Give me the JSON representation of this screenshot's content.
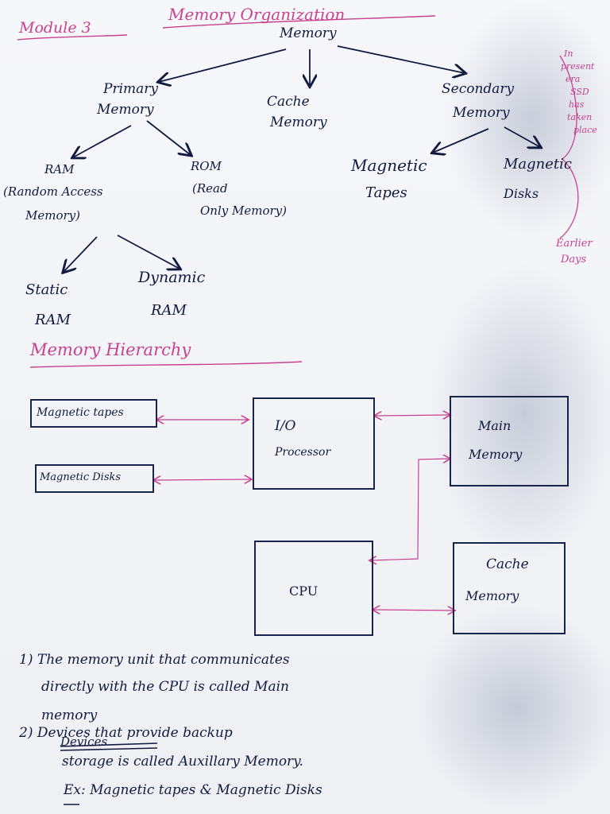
{
  "header": {
    "module": "Module 3",
    "title": "Memory Organization"
  },
  "tree": {
    "root": "Memory",
    "primary": [
      "Primary",
      "Memory"
    ],
    "cache": [
      "Cache",
      "Memory"
    ],
    "secondary": [
      "Secondary",
      "Memory"
    ],
    "ram": [
      "RAM",
      "(Random Access",
      "Memory)"
    ],
    "rom": [
      "ROM",
      "(Read",
      "Only Memory)"
    ],
    "magnetic_tapes": [
      "Magnetic",
      "Tapes"
    ],
    "magnetic_disks": [
      "Magnetic",
      "Disks"
    ],
    "static_ram": [
      "Static",
      "RAM"
    ],
    "dynamic_ram": [
      "Dynamic",
      "RAM"
    ]
  },
  "side_note": {
    "present": [
      "In",
      "present",
      "era",
      "SSD",
      "has",
      "taken",
      "place"
    ],
    "earlier": [
      "Earlier",
      "Days"
    ]
  },
  "hierarchy": {
    "heading": "Memory Hierarchy",
    "mag_tapes": "Magnetic tapes",
    "mag_disks": "Magnetic Disks",
    "io": [
      "I/O",
      "Processor"
    ],
    "main_memory": [
      "Main",
      "Memory"
    ],
    "cpu": "CPU",
    "cache_memory": [
      "Cache",
      "Memory"
    ]
  },
  "notes": {
    "n1_line1": "1) The memory unit that communicates",
    "n1_line2": "directly with the CPU is called Main",
    "n1_line3": "memory",
    "n2_crossed": "Devices",
    "n2_line1": "2) Devices that provide backup",
    "n2_line2": "storage is called Auxillary Memory.",
    "n2_line3": "Ex: Magnetic tapes & Magnetic Disks"
  },
  "colors": {
    "ink": "#131a3f",
    "pink": "#c8428e",
    "paper": "#f3f4f7"
  }
}
